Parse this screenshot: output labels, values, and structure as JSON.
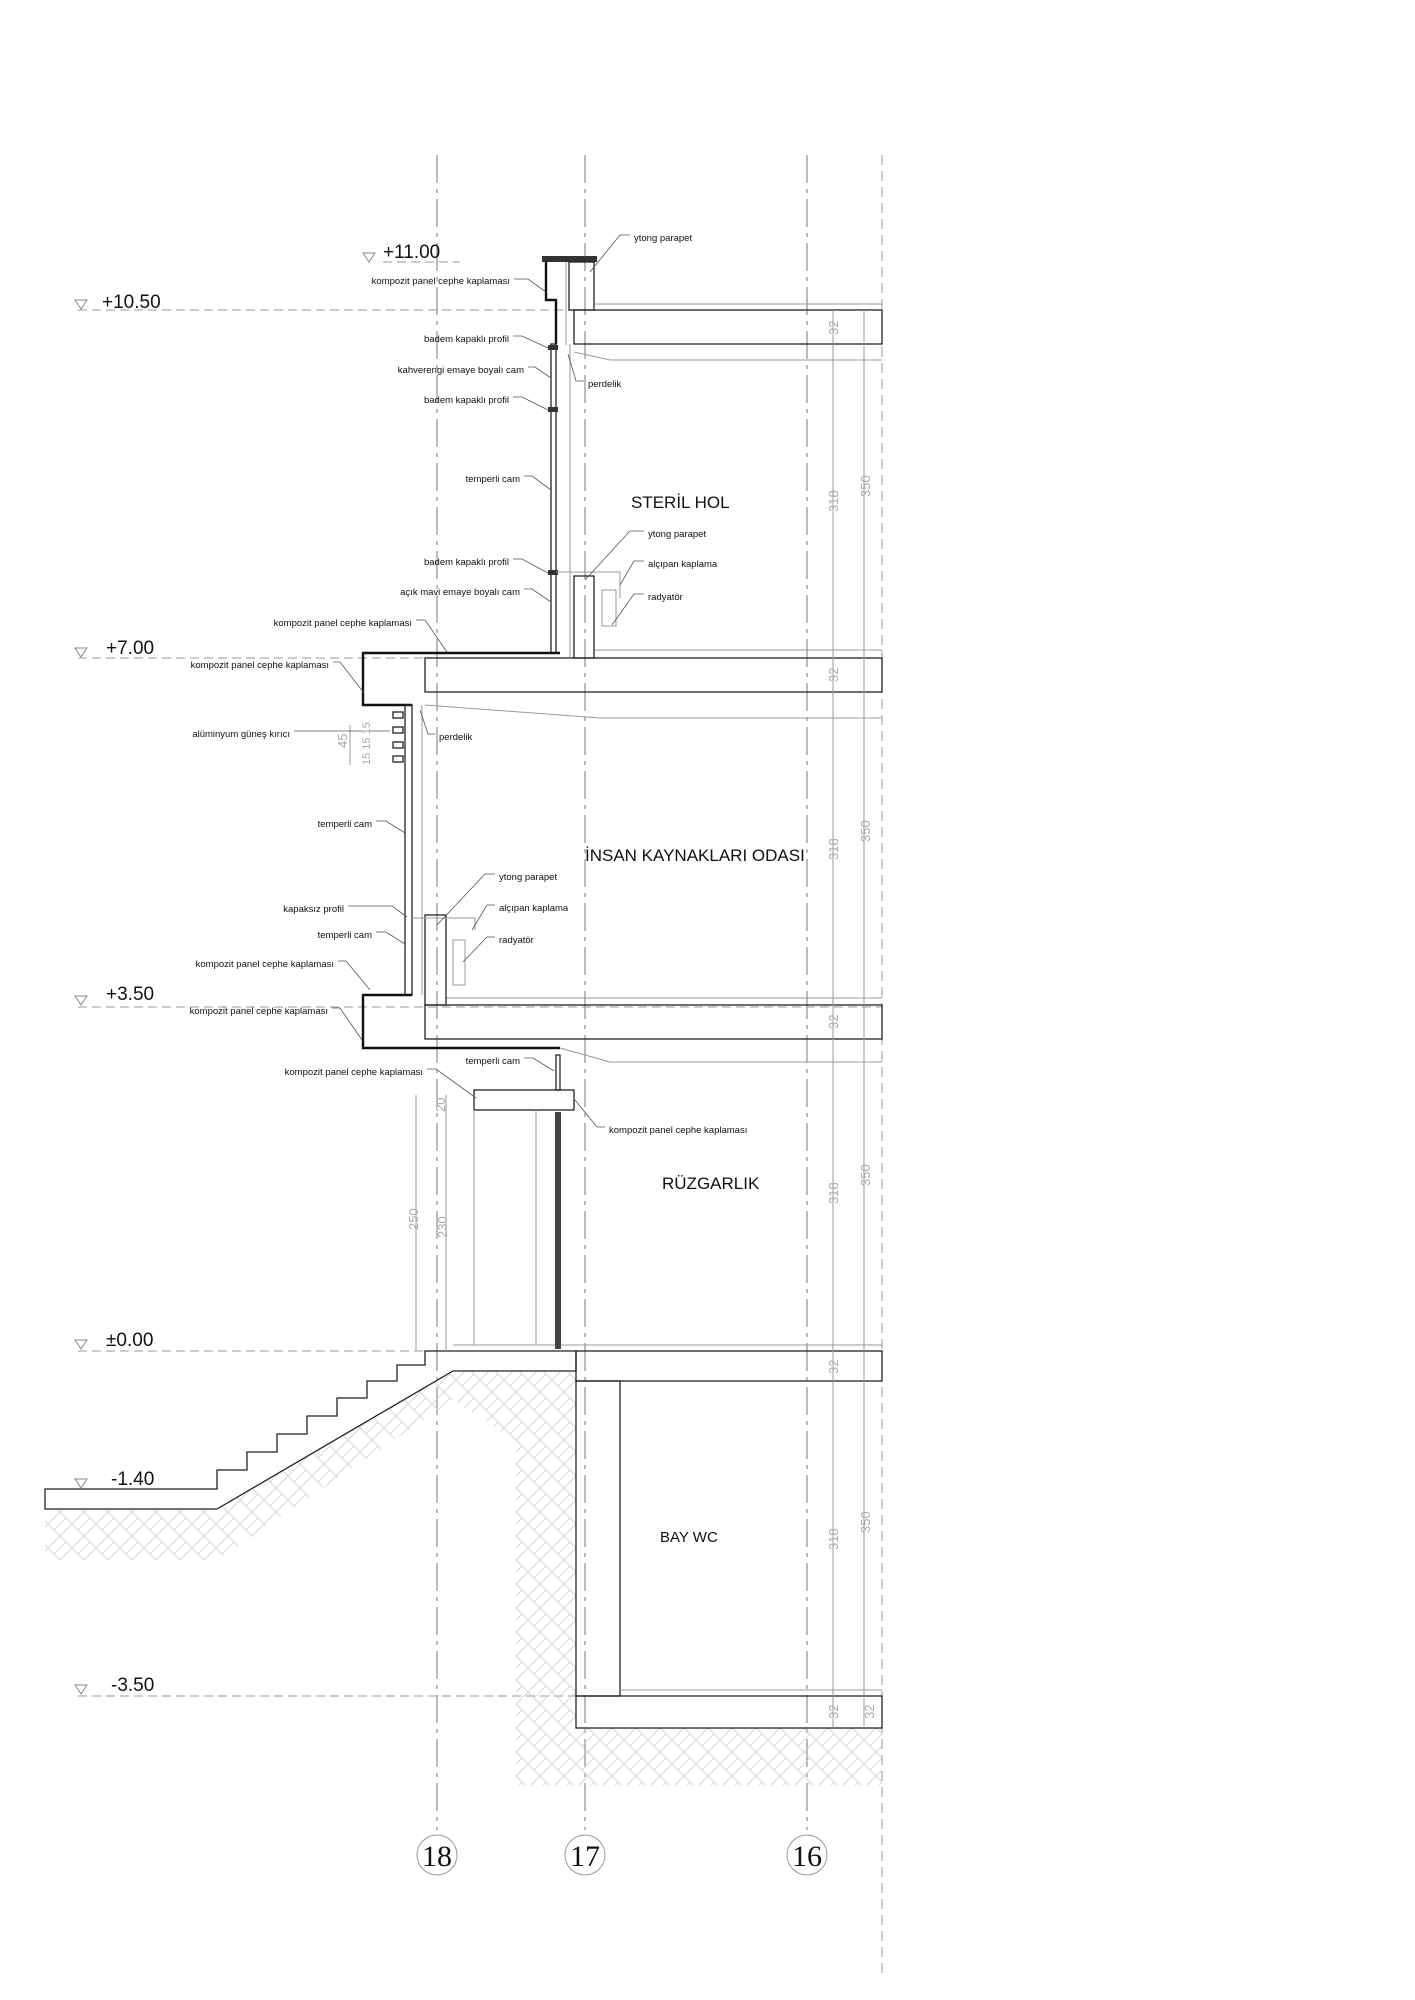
{
  "levels": {
    "l1100": "+11.00",
    "l1050": "+10.50",
    "l700": "+7.00",
    "l350": "+3.50",
    "l000": "±0.00",
    "lm140": "-1.40",
    "lm350": "-3.50"
  },
  "rooms": {
    "steril_hol": "STERİL HOL",
    "insan_kaynaklari": "İNSAN KAYNAKLARI ODASI",
    "ruzgarlik": "RÜZGARLIK",
    "bay_wc": "BAY WC"
  },
  "labels": {
    "top": {
      "ytong_parapet": "ytong parapet",
      "kompozit_panel": "kompozit panel cephe kaplaması",
      "badem_1": "badem kapaklı profil",
      "kahverengi_cam": "kahverengi emaye boyalı cam",
      "perdelik": "perdelik",
      "badem_2": "badem kapaklı profil",
      "temperli_cam": "temperli cam",
      "ytong_parapet_2": "ytong parapet",
      "badem_3": "badem kapaklı profil",
      "alcipan": "alçıpan kaplama",
      "acik_mavi_cam": "açık mavi emaye boyalı cam",
      "radyator": "radyatör",
      "kompozit_panel_2": "kompozit panel cephe kaplaması"
    },
    "middle": {
      "kompozit_panel": "kompozit panel cephe kaplaması",
      "gunes_kirici": "alüminyum güneş kırıcı",
      "perdelik": "perdelik",
      "temperli_cam": "temperli cam",
      "ytong_parapet": "ytong parapet",
      "kapaksiz_profil": "kapaksız profil",
      "alcipan": "alçıpan kaplama",
      "temperli_cam_2": "temperli cam",
      "radyator": "radyatör",
      "kompozit_panel_2": "kompozit panel cephe kaplaması",
      "kompozit_panel_3": "kompozit panel cephe kaplaması"
    },
    "ground": {
      "temperli_cam": "temperli cam",
      "kompozit_panel": "kompozit panel cephe kaplaması",
      "kompozit_panel_2": "kompozit panel cephe kaplaması"
    }
  },
  "dimensions": {
    "slab": "32",
    "clear_height": "318",
    "floor_height": "350",
    "breaker_total": "45",
    "breaker_spacing": "15 15 15",
    "canopy": "20",
    "door_250": "250",
    "door_230": "230"
  },
  "grid_axes": [
    "18",
    "17",
    "16"
  ]
}
